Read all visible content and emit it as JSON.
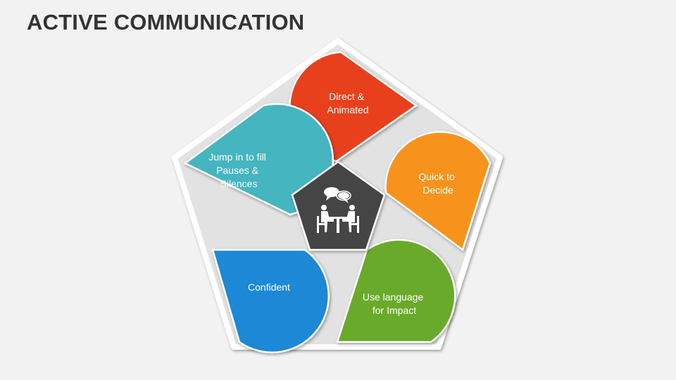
{
  "title": "ACTIVE COMMUNICATION",
  "segments": [
    {
      "lines": [
        "Direct &",
        "Animated"
      ],
      "color": "#e8401c"
    },
    {
      "lines": [
        "Quick to",
        "Decide"
      ],
      "color": "#f7931e"
    },
    {
      "lines": [
        "Use language",
        "for Impact"
      ],
      "color": "#6aaa2b"
    },
    {
      "lines": [
        "Confident"
      ],
      "color": "#1e88d6"
    },
    {
      "lines": [
        "Jump in to fill",
        "Pauses &",
        "Silences"
      ],
      "color": "#45b5bf"
    }
  ],
  "center": {
    "icon": "meeting-conversation-icon",
    "color": "#444444"
  },
  "colors": {
    "outer_fill": "#e2e2e2",
    "outer_border": "#ffffff",
    "background": "#f2f2f2"
  }
}
